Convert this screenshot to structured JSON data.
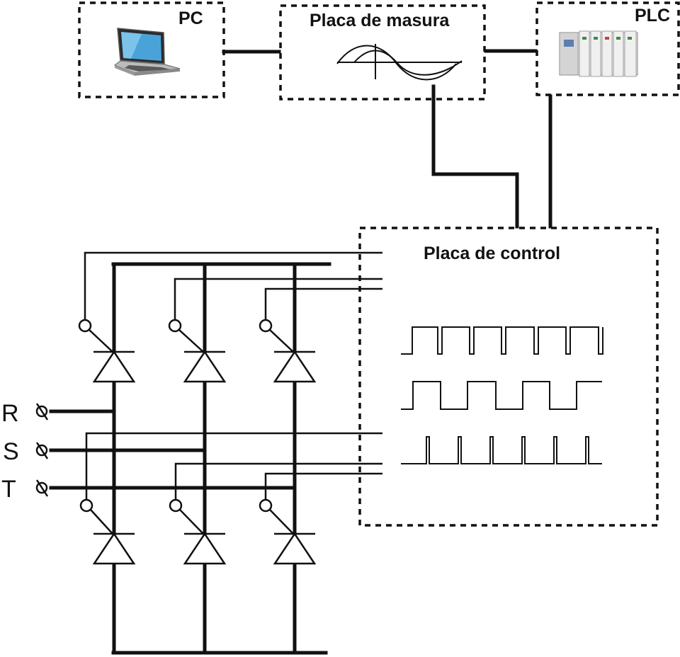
{
  "diagram": {
    "blocks": {
      "pc": {
        "label": "PC",
        "icon": "laptop-icon"
      },
      "measure": {
        "label": "Placa de masura",
        "icon": "sine-wave-icon"
      },
      "plc": {
        "label": "PLC",
        "icon": "plc-module-icon"
      },
      "control": {
        "label": "Placa de control",
        "icon": "pulse-waveform-icon"
      }
    },
    "phases": [
      "R",
      "S",
      "T"
    ],
    "colors": {
      "ink": "#111111",
      "background": "#ffffff"
    }
  }
}
